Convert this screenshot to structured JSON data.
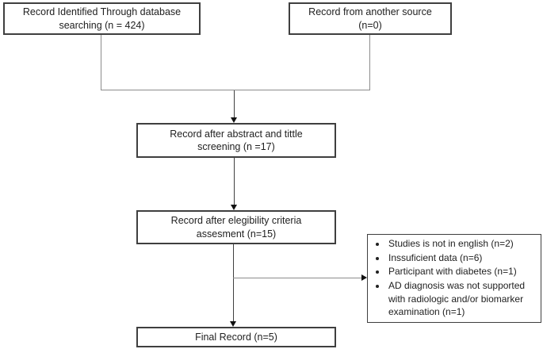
{
  "diagram_type": "flowchart",
  "boxes": {
    "identified": {
      "lines": [
        "Record Identified Through database",
        "searching (n = 424)"
      ]
    },
    "other_source": {
      "lines": [
        "Record from another source",
        "(n=0)"
      ]
    },
    "after_screening": {
      "lines": [
        "Record after abstract and tittle",
        "screening (n =17)"
      ]
    },
    "after_eligibility": {
      "lines": [
        "Record after elegibility criteria",
        "assesment (n=15)"
      ]
    },
    "final_record": {
      "lines": [
        "Final Record  (n=5)"
      ]
    }
  },
  "exclusion_box": {
    "items": [
      "Studies is not in english (n=2)",
      "Inssuficient data (n=6)",
      "Participant with diabetes (n=1)",
      "AD diagnosis was not supported with radiologic and/or biomarker examination (n=1)"
    ]
  },
  "colors": {
    "box_border": "#3f3f3f",
    "connector_gray": "#8c8c8c",
    "connector_dark": "#404040",
    "arrow": "#111111",
    "text": "#212121",
    "background": "#ffffff"
  }
}
